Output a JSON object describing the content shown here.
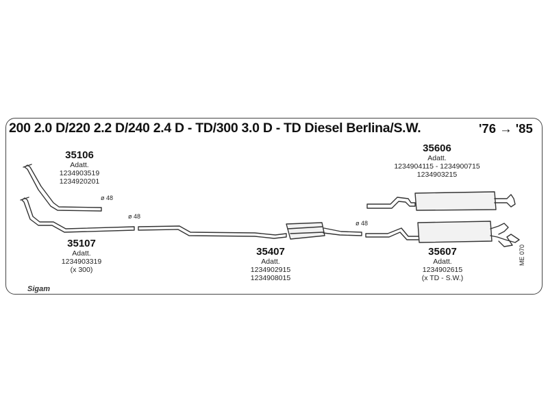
{
  "title": "200 2.0 D/220 2.2 D/240 2.4 D - TD/300 3.0 D - TD Diesel Berlina/S.W.",
  "years": "'76 → '85",
  "logo": "Sigam",
  "drawing_code": "ME 070",
  "diameter_label": "ø 48",
  "parts": {
    "p35106": {
      "number": "35106",
      "adapt": "Adatt.",
      "refs": [
        "1234903519",
        "1234920201"
      ]
    },
    "p35107": {
      "number": "35107",
      "adapt": "Adatt.",
      "refs": [
        "1234903319",
        "(x 300)"
      ]
    },
    "p35407": {
      "number": "35407",
      "adapt": "Adatt.",
      "refs": [
        "1234902915",
        "1234908015"
      ]
    },
    "p35606": {
      "number": "35606",
      "adapt": "Adatt.",
      "refs": [
        "1234904115 - 1234900715",
        "1234903215"
      ]
    },
    "p35607": {
      "number": "35607",
      "adapt": "Adatt.",
      "refs": [
        "1234902615",
        "(x TD - S.W.)"
      ]
    }
  }
}
